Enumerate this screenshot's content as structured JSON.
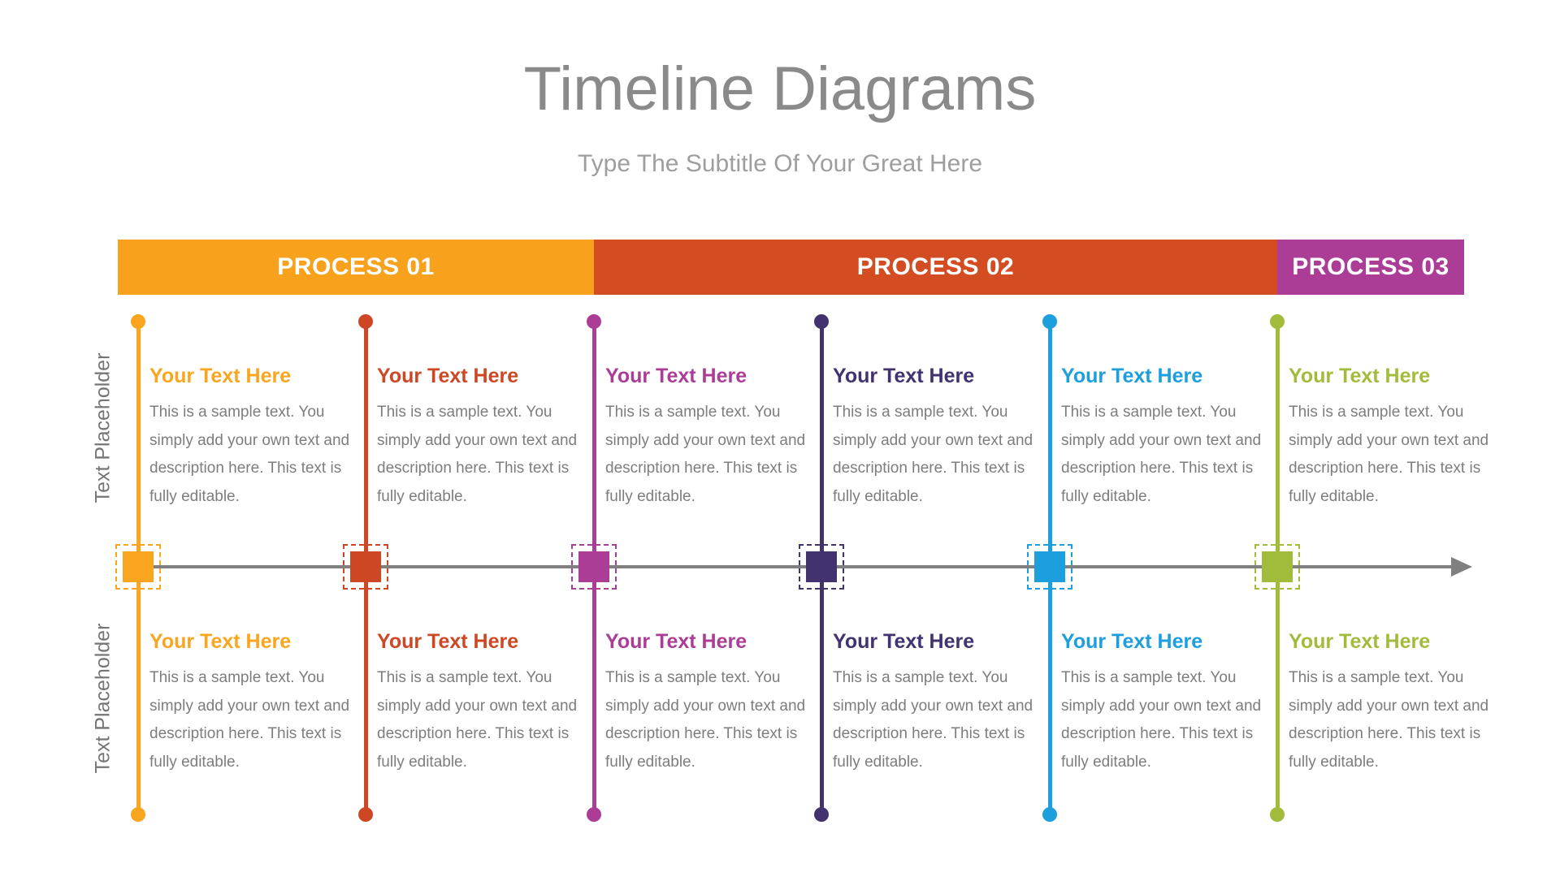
{
  "header": {
    "title": "Timeline Diagrams",
    "subtitle": "Type The Subtitle Of Your Great Here"
  },
  "process_bar": [
    {
      "label": "PROCESS 01",
      "color": "#F7A11D"
    },
    {
      "label": "PROCESS 02",
      "color": "#D44C22"
    },
    {
      "label": "PROCESS 03",
      "color": "#AC3D97"
    }
  ],
  "side_labels": {
    "top": "Text Placeholder",
    "bottom": "Text Placeholder"
  },
  "timeline": {
    "line_color": "#808080"
  },
  "milestones": [
    {
      "color": "#F9A51F",
      "top": {
        "heading": "Your Text Here",
        "body": "This is a sample text. You simply add your own text and description here. This text is fully editable."
      },
      "bottom": {
        "heading": "Your Text Here",
        "body": "This is a sample text. You simply add your own text and description here. This text is fully editable."
      }
    },
    {
      "color": "#CE4724",
      "top": {
        "heading": "Your Text Here",
        "body": "This is a sample text. You simply add your own text and description here. This text is fully editable."
      },
      "bottom": {
        "heading": "Your Text Here",
        "body": "This is a sample text. You simply add your own text and description here. This text is fully editable."
      }
    },
    {
      "color": "#AC3D97",
      "top": {
        "heading": "Your Text Here",
        "body": "This is a sample text. You simply add your own text and description here. This text is fully editable."
      },
      "bottom": {
        "heading": "Your Text Here",
        "body": "This is a sample text. You simply add your own text and description here. This text is fully editable."
      }
    },
    {
      "color": "#42336E",
      "top": {
        "heading": "Your Text Here",
        "body": "This is a sample text. You simply add your own text and description here. This text is fully editable."
      },
      "bottom": {
        "heading": "Your Text Here",
        "body": "This is a sample text. You simply add your own text and description here. This text is fully editable."
      }
    },
    {
      "color": "#1C9FDC",
      "top": {
        "heading": "Your Text Here",
        "body": "This is a sample text. You simply add your own text and description here. This text is fully editable."
      },
      "bottom": {
        "heading": "Your Text Here",
        "body": "This is a sample text. You simply add your own text and description here. This text is fully editable."
      }
    },
    {
      "color": "#A1BC3B",
      "top": {
        "heading": "Your Text Here",
        "body": "This is a sample text. You simply add your own text and description here. This text is fully editable."
      },
      "bottom": {
        "heading": "Your Text Here",
        "body": "This is a sample text. You simply add your own text and description here. This text is fully editable."
      }
    }
  ]
}
